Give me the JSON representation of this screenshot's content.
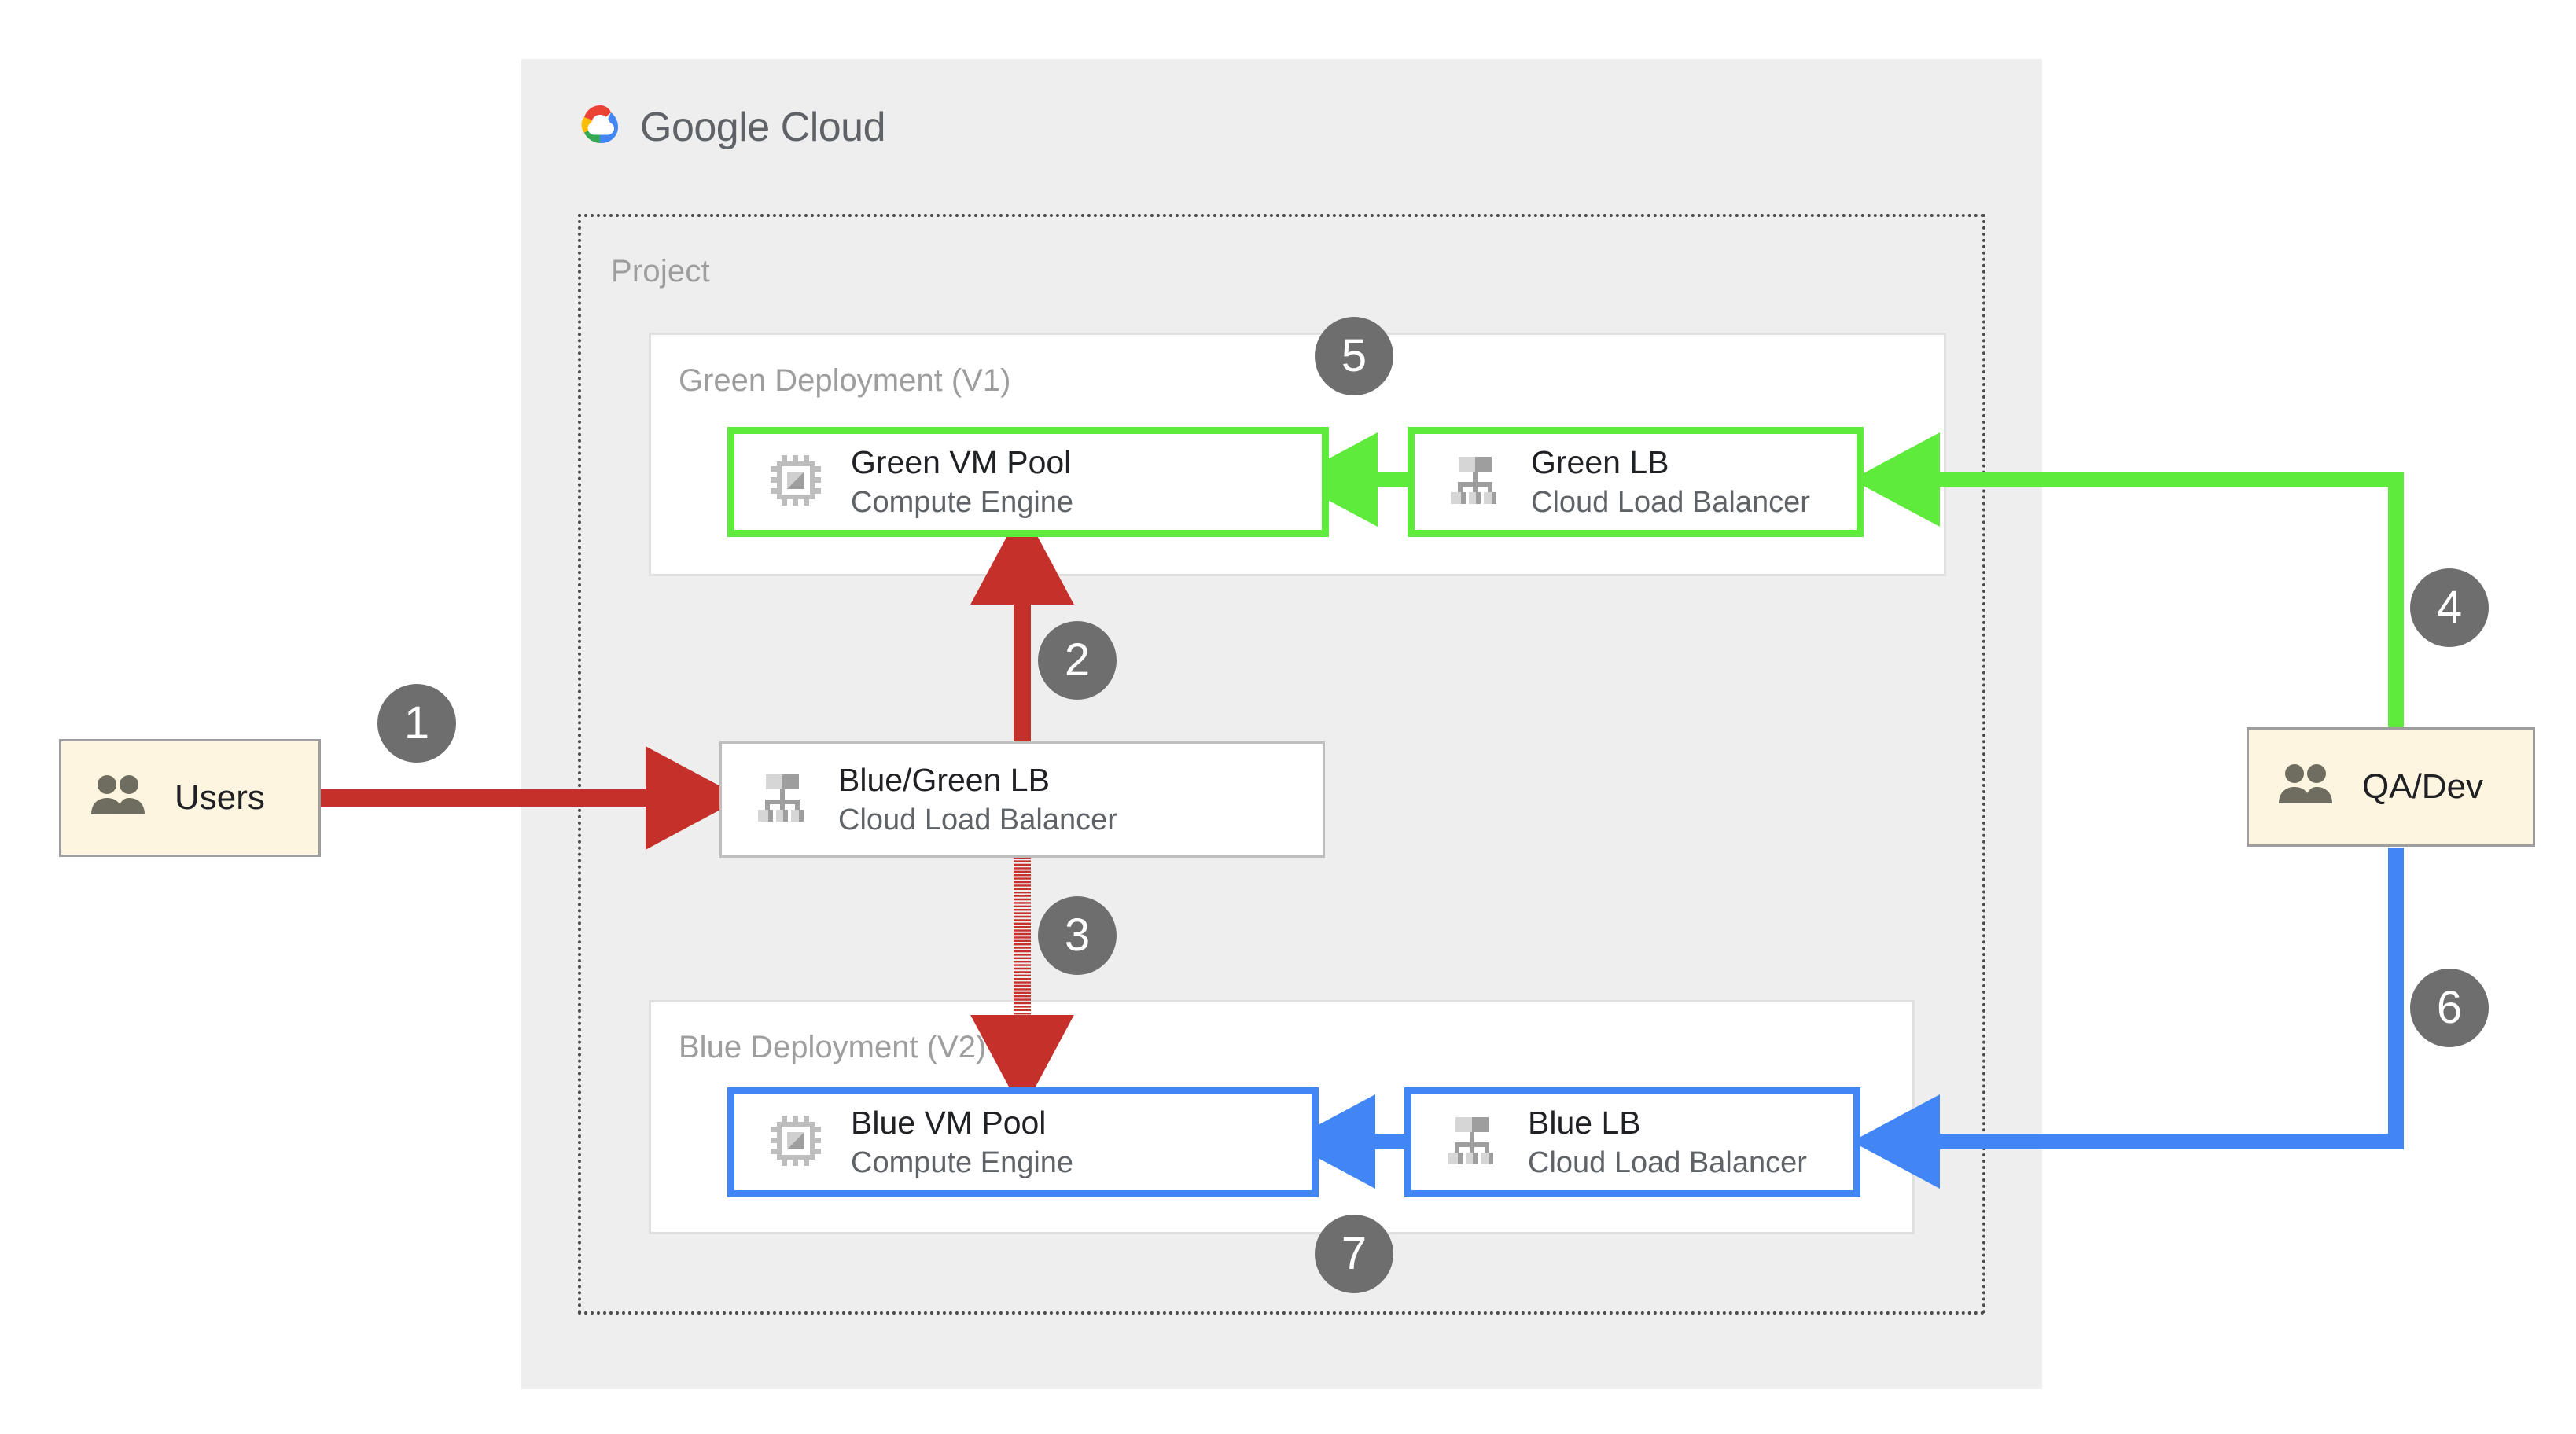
{
  "brand": {
    "name": "Google Cloud",
    "name_part1": "Google",
    "name_part2": "Cloud",
    "logo_icon": "google-cloud-logo-icon",
    "colors": {
      "red": "#ea4335",
      "yellow": "#fbbc04",
      "green": "#34a853",
      "blue": "#4285f4",
      "wordmark": "#5f6368"
    }
  },
  "project": {
    "label": "Project"
  },
  "groups": {
    "green": {
      "label": "Green Deployment (V1)"
    },
    "blue": {
      "label": "Blue Deployment (V2)"
    }
  },
  "nodes": {
    "green_vm": {
      "title": "Green VM Pool",
      "sub": "Compute Engine",
      "icon": "compute-engine-icon",
      "accent": "#5eeb3c"
    },
    "green_lb": {
      "title": "Green LB",
      "sub": "Cloud Load Balancer",
      "icon": "cloud-load-balancer-icon",
      "accent": "#5eeb3c"
    },
    "bg_lb": {
      "title": "Blue/Green LB",
      "sub": "Cloud Load Balancer",
      "icon": "cloud-load-balancer-icon",
      "accent": "#bdbdbd"
    },
    "blue_vm": {
      "title": "Blue VM Pool",
      "sub": "Compute Engine",
      "icon": "compute-engine-icon",
      "accent": "#4285f4"
    },
    "blue_lb": {
      "title": "Blue LB",
      "sub": "Cloud Load Balancer",
      "icon": "cloud-load-balancer-icon",
      "accent": "#4285f4"
    }
  },
  "actors": {
    "users": {
      "title": "Users",
      "icon": "users-group-icon",
      "fill": "#fdf5e0"
    },
    "qa_dev": {
      "title": "QA/Dev",
      "icon": "users-group-icon",
      "fill": "#fdf5e0"
    }
  },
  "steps": [
    {
      "n": "1",
      "desc": "Users to Blue/Green LB",
      "color": "#c5302a"
    },
    {
      "n": "2",
      "desc": "Blue/Green LB to Green VM Pool",
      "color": "#c5302a"
    },
    {
      "n": "3",
      "desc": "Blue/Green LB to Blue VM Pool (standby)",
      "color": "#c5302a"
    },
    {
      "n": "4",
      "desc": "QA/Dev to Green LB",
      "color": "#5eeb3c"
    },
    {
      "n": "5",
      "desc": "Green LB to Green VM Pool",
      "color": "#5eeb3c"
    },
    {
      "n": "6",
      "desc": "QA/Dev to Blue LB",
      "color": "#4285f4"
    },
    {
      "n": "7",
      "desc": "Blue LB to Blue VM Pool",
      "color": "#4285f4"
    }
  ],
  "edge_colors": {
    "traffic_red": "#c5302a",
    "green": "#5eeb3c",
    "blue": "#4285f4"
  },
  "palette": {
    "panel_bg": "#eeeeee",
    "canvas_bg": "#ffffff",
    "group_border": "#e0e0e0",
    "label_gray": "#9e9e9e",
    "badge_gray": "#6e6e6e",
    "icon_gray": "#9e9e9e",
    "actor_icon": "#6e6d5f"
  }
}
